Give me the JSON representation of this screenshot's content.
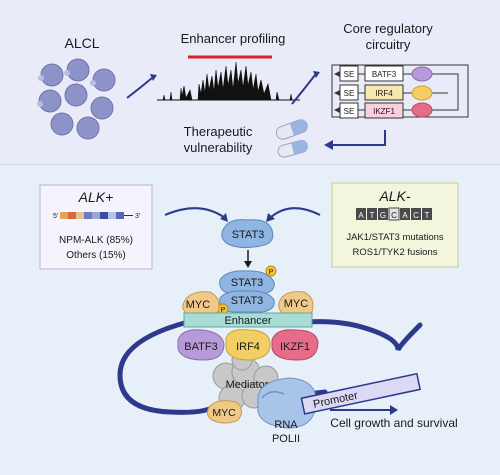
{
  "top": {
    "alcl_label": "ALCL",
    "enhancer_title": "Enhancer profiling",
    "crc_title_line1": "Core regulatory",
    "crc_title_line2": "circuitry",
    "crc_rows": [
      {
        "se": "SE",
        "gene": "BATF3",
        "color": "#c9a7e6"
      },
      {
        "se": "SE",
        "gene": "IRF4",
        "color": "#f3d36b"
      },
      {
        "se": "SE",
        "gene": "IKZF1",
        "color": "#f5a3b9"
      }
    ],
    "therapeutic_line1": "Therapeutic",
    "therapeutic_line2": "vulnerability"
  },
  "alk_pos": {
    "title": "ALK+",
    "scale_left": "5'",
    "scale_right": "3'",
    "line1": "NPM-ALK (85%)",
    "line2": "Others (15%)"
  },
  "alk_neg": {
    "title": "ALK-",
    "letters": [
      "A",
      "T",
      "G",
      "C",
      "A",
      "C",
      "T"
    ],
    "line1": "JAK1/STAT3 mutations",
    "line2": "ROS1/TYK2 fusions"
  },
  "mechanism": {
    "stat3_top": "STAT3",
    "stat3_a": "STAT3",
    "stat3_b": "STAT3",
    "p_label": "P",
    "myc_left": "MYC",
    "myc_right": "MYC",
    "myc_bottom": "MYC",
    "enhancer": "Enhancer",
    "batf3": "BATF3",
    "irf4": "IRF4",
    "ikzf1": "IKZF1",
    "mediator": "Mediator",
    "rna_line1": "RNA",
    "rna_line2": "POLII",
    "promoter": "Promoter",
    "outcome": "Cell growth and survival"
  },
  "colors": {
    "top_bg": "#e9ecf8",
    "bottom_bg": "#e7f0f9",
    "dna": "#2d3a8c",
    "stat3": "#8fb6e2",
    "batf3": "#b79ad9",
    "irf4": "#f1cf63",
    "ikzf1": "#e66d8a",
    "enhancer": "#a9dcd6",
    "myc": "#f0c987",
    "mediator": "#c8c8c8",
    "polii": "#a8c4e8",
    "promoter": "#dcd9f4",
    "red_line": "#e02020"
  }
}
